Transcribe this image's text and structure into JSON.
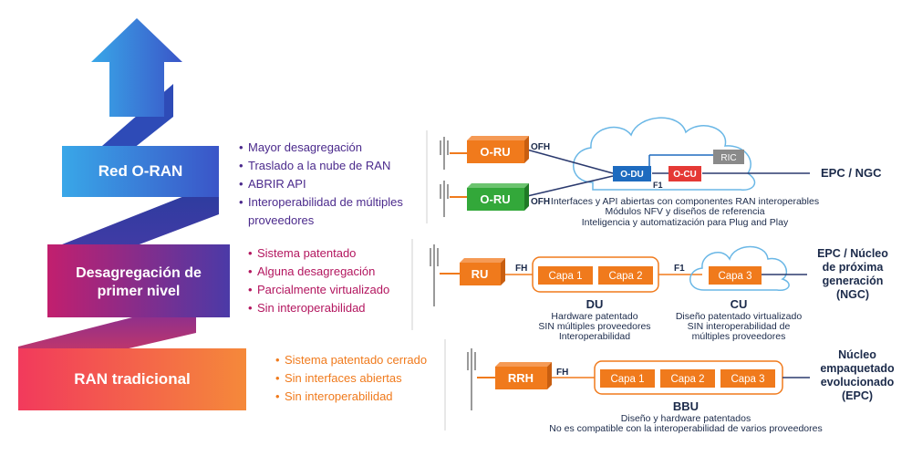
{
  "tiers": {
    "oran": {
      "title": "Red O-RAN",
      "bullets": [
        "Mayor desagregación",
        "Traslado a la nube de RAN",
        "ABRIR API",
        "Interoperabilidad de múltiples",
        "proveedores"
      ]
    },
    "first": {
      "title_line1": "Desagregación de",
      "title_line2": "primer nivel",
      "bullets": [
        "Sistema patentado",
        "Alguna desagregación",
        "Parcialmente virtualizado",
        "Sin interoperabilidad"
      ]
    },
    "trad": {
      "title": "RAN tradicional",
      "bullets": [
        "Sistema patentado cerrado",
        "Sin interfaces abiertas",
        "Sin interoperabilidad"
      ]
    }
  },
  "oran_diagram": {
    "oru_top": "O-RU",
    "oru_bottom": "O-RU",
    "ofh_top": "OFH",
    "ofh_bottom": "OFH",
    "odu": "O-DU",
    "ocu": "O-CU",
    "ric": "RIC",
    "f1": "F1",
    "core": "EPC / NGC",
    "notes": [
      "Interfaces y API abiertas con componentes RAN interoperables",
      "Módulos NFV y diseños de referencia",
      "Inteligencia y automatización para Plug and Play"
    ]
  },
  "first_diagram": {
    "ru": "RU",
    "fh": "FH",
    "capa1": "Capa 1",
    "capa2": "Capa 2",
    "f1": "F1",
    "capa3": "Capa 3",
    "du_title": "DU",
    "du_notes": [
      "Hardware patentado",
      "SIN múltiples proveedores",
      "Interoperabilidad"
    ],
    "cu_title": "CU",
    "cu_notes": [
      "Diseño patentado virtualizado",
      "SIN interoperabilidad de",
      "múltiples proveedores"
    ],
    "core": [
      "EPC / Núcleo",
      "de próxima",
      "generación",
      "(NGC)"
    ]
  },
  "trad_diagram": {
    "rrh": "RRH",
    "fh": "FH",
    "capa1": "Capa 1",
    "capa2": "Capa 2",
    "capa3": "Capa 3",
    "bbu_title": "BBU",
    "bbu_notes": [
      "Diseño y hardware patentados",
      "No es compatible con la interoperabilidad de varios proveedores"
    ],
    "core": [
      "Núcleo",
      "empaquetado",
      "evolucionado",
      "(EPC)"
    ]
  },
  "colors": {
    "oran_tier": "#3f55c7",
    "first_tier": "#6a2fa0",
    "trad_tier": "#ef3b54",
    "arrow_blue": "#2ea6e6",
    "orange_box": "#f07a1c",
    "green_box": "#33a83a",
    "cloud_stroke": "#6ab7e6",
    "odu_blue": "#1e6bbf",
    "ocu_red": "#e53935",
    "ric_gray": "#8a8a8a",
    "navy_text": "#1b2a4a"
  }
}
